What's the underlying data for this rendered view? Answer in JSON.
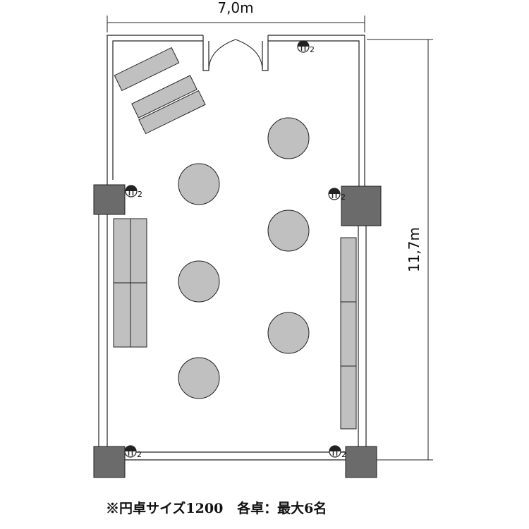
{
  "dimensions": {
    "width_label": "7,0m",
    "height_label": "11,7m"
  },
  "outlet_label": "2",
  "note": {
    "table_size": "※円卓サイズ1200",
    "capacity": "各卓：最大6名"
  },
  "colors": {
    "table_fill": "#c0c0c0",
    "pillar_fill": "#6b6b6b",
    "line": "#222222",
    "background": "#ffffff"
  },
  "icons": {
    "door": "double-swing-door",
    "outlet": "power-outlet-symbol"
  }
}
